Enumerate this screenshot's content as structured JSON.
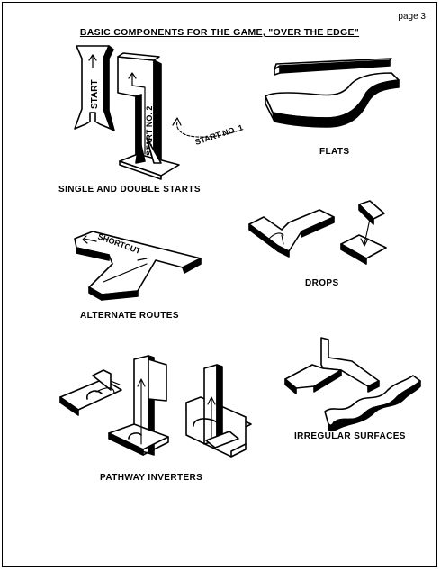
{
  "page_number": "page 3",
  "title": "BASIC COMPONENTS FOR THE GAME, \"OVER THE EDGE\"",
  "captions": {
    "starts": "SINGLE AND DOUBLE STARTS",
    "flats": "FLATS",
    "alternate": "ALTERNATE ROUTES",
    "drops": "DROPS",
    "inverters": "PATHWAY INVERTERS",
    "irregular": "IRREGULAR SURFACES"
  },
  "drawing_labels": {
    "start": "START",
    "start_no_2": "START NO. 2",
    "start_no_1": "START NO. 1",
    "shortcut": "SHORTCUT"
  }
}
